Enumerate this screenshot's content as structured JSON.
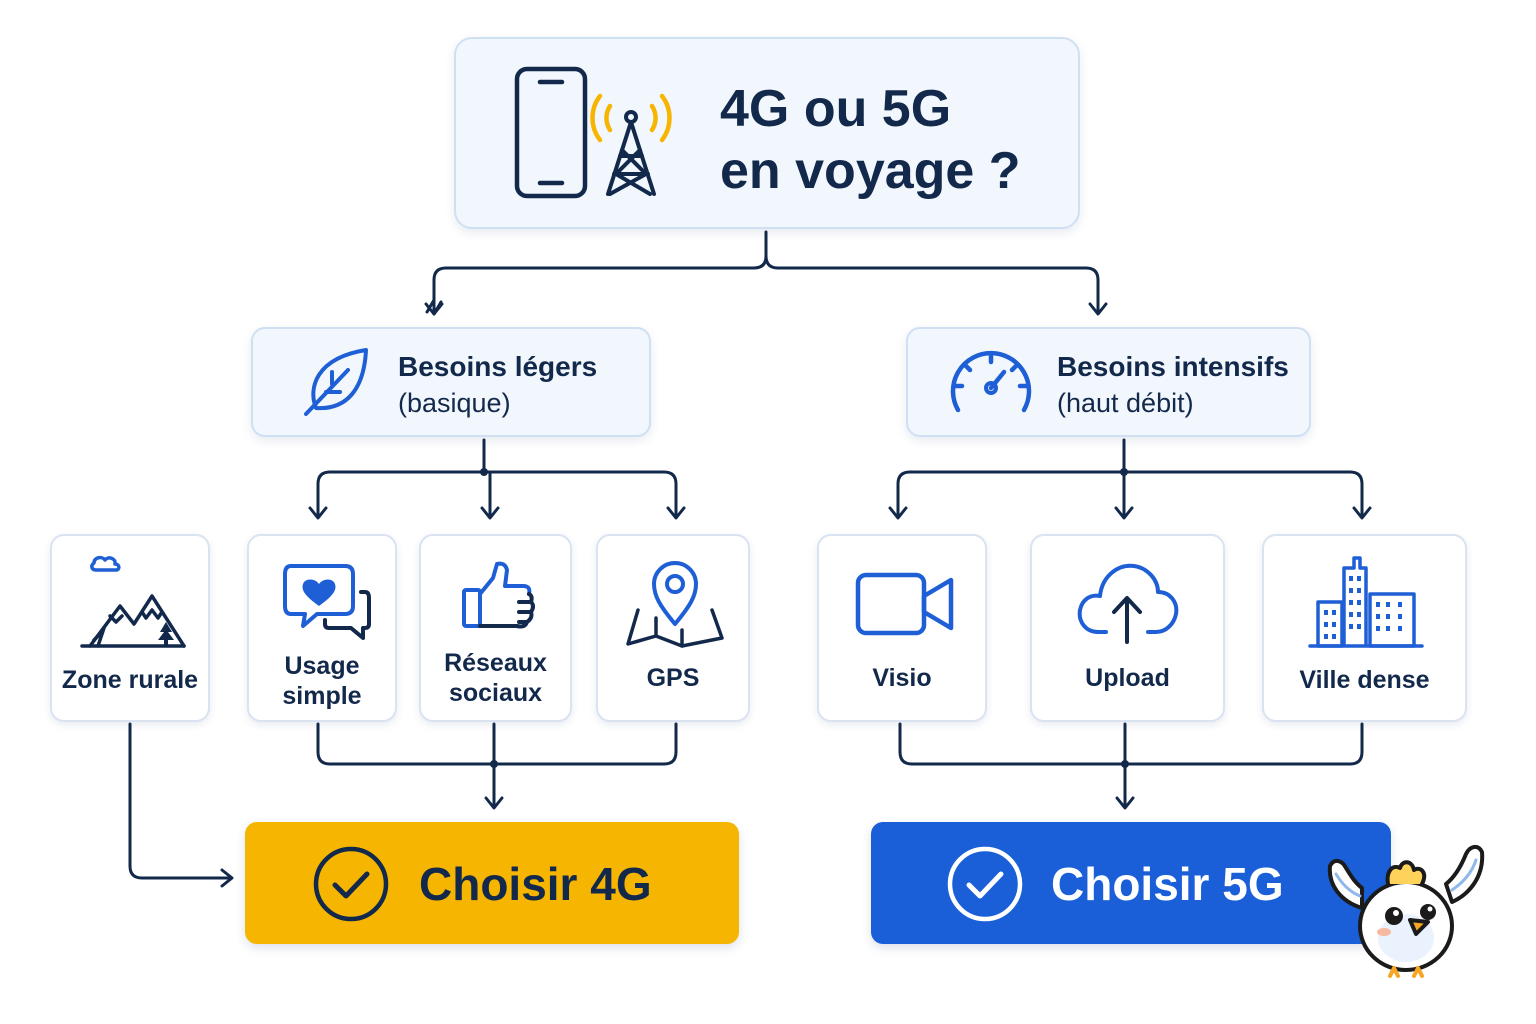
{
  "header": {
    "title_line1": "4G ou 5G",
    "title_line2": "en voyage ?",
    "icons": [
      "smartphone-icon",
      "cell-tower-icon"
    ]
  },
  "needs": {
    "light": {
      "title": "Besoins légers",
      "subtitle": "(basique)",
      "icon": "leaf-icon"
    },
    "intensive": {
      "title": "Besoins intensifs",
      "subtitle": "(haut débit)",
      "icon": "speedometer-icon"
    }
  },
  "criteria_4g": [
    {
      "label": "Zone rurale",
      "icon": "mountain-icon"
    },
    {
      "label_line1": "Usage",
      "label_line2": "simple",
      "icon": "chat-heart-icon"
    },
    {
      "label_line1": "Réseaux",
      "label_line2": "sociaux",
      "icon": "thumbs-up-icon"
    },
    {
      "label": "GPS",
      "icon": "map-pin-icon"
    }
  ],
  "criteria_5g": [
    {
      "label": "Visio",
      "icon": "video-camera-icon"
    },
    {
      "label": "Upload",
      "icon": "cloud-upload-icon"
    },
    {
      "label": "Ville dense",
      "icon": "city-buildings-icon"
    }
  ],
  "results": {
    "choose_4g": "Choisir 4G",
    "choose_5g": "Choisir 5G"
  },
  "colors": {
    "navy": "#13294b",
    "accent_blue": "#1f5fd6",
    "yellow": "#f6b500",
    "result_blue": "#1a5fd8"
  }
}
